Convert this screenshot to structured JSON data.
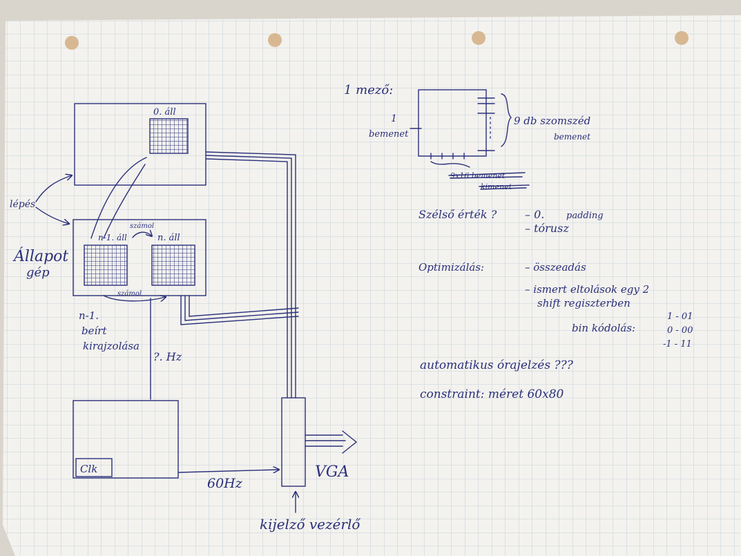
{
  "colors": {
    "paper": "#f3f2ee",
    "grid": "#b9c6d3",
    "ink": "#2a2f7a",
    "desk": "#d9d5cc",
    "hole": "#d8b892"
  },
  "left_diagram": {
    "frame0_label": "0. áll",
    "state_machine_label_line1": "Állapot",
    "state_machine_label_line2": "gép",
    "arrow_label": "lépés",
    "frame_prev_label": "n-1. áll",
    "frame_n_label": "n. áll",
    "direction_label": "számol",
    "bottom_small_label": "számol",
    "prev_note_line1": "n-1.",
    "prev_note_line2": "beírt",
    "prev_note_line3": "kirajzolása",
    "freq_unknown": "?. Hz",
    "clk_label": "Clk",
    "freq_60": "60Hz",
    "vga_label": "VGA",
    "display_controller_label": "kijelző vezérlő"
  },
  "right_notes": {
    "title": "1 mező:",
    "one_label_line1": "1",
    "one_label_line2": "bemenet",
    "count_label_line1": "9 db szomszéd",
    "count_label_line2": "bemenet",
    "crossed_line1": "9x16 bemenet",
    "crossed_line2": "kimenet",
    "edge_values_q": "Szélső érték ?",
    "edge_opt1": "– 0.",
    "edge_opt1_word": "padding",
    "edge_opt2": "– tórusz",
    "optimization_label": "Optimizálás:",
    "opt1": "– összeadás",
    "opt2_line1": "– ismert eltolások egy 2",
    "opt2_line2": "shift regiszterben",
    "coding_label": "bin kódolás:",
    "coding_v1": "1 - 01",
    "coding_v2": "0 - 00",
    "coding_v3": "-1 - 11",
    "auto_line": "automatikus órajelzés ???",
    "constraint_line": "constraint: méret  60x80"
  }
}
